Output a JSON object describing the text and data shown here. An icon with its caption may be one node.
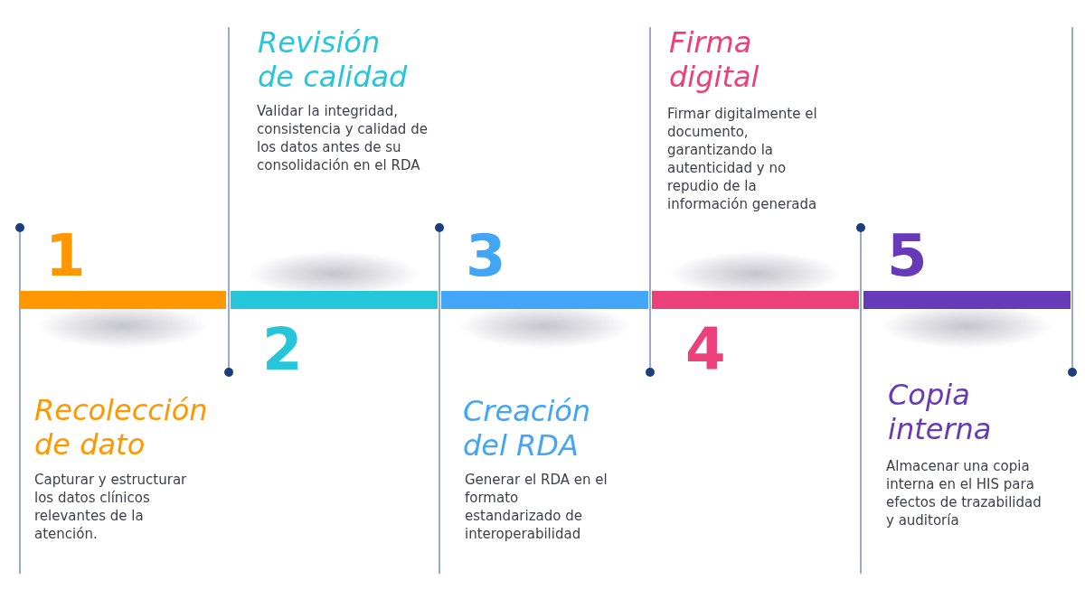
{
  "diagram": {
    "nodes": [
      {
        "text": [],
        "shape": "bar",
        "beside": [
          "1",
          "Recolección de dato",
          "Capturar y estructurar los datos clínicos relevantes de la atención."
        ]
      },
      {
        "text": [],
        "shape": "bar",
        "beside": [
          "2",
          "Revisión de calidad",
          "Validar la integridad, consistencia y calidad de los datos antes de su consolidación en el RDA"
        ]
      },
      {
        "text": [],
        "shape": "bar",
        "beside": [
          "3",
          "Creación del RDA",
          "Generar el RDA en el formato estandarizado de interoperabilidad"
        ]
      },
      {
        "text": [],
        "shape": "bar",
        "beside": [
          "4",
          "Firma digital",
          "Firmar digitalmente el documento, garantizando la autenticidad y no repudio de la información generada"
        ]
      },
      {
        "text": [],
        "shape": "bar",
        "beside": [
          "5",
          "Copia interna",
          "Almacenar una copia interna en el HIS para efectos de trazabilidad y auditoría"
        ]
      }
    ]
  }
}
